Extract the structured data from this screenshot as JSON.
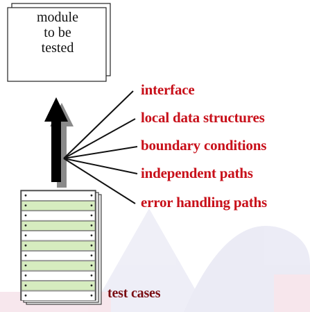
{
  "module_box": {
    "lines": [
      "module",
      "to be",
      "tested"
    ]
  },
  "aspects": [
    "interface",
    "local data structures",
    "boundary conditions",
    "independent paths",
    "error handling paths"
  ],
  "test_cases_label": "test cases",
  "colors": {
    "label_red": "#c8101a",
    "test_cases_label": "#7a0d12",
    "arrow": "#000000",
    "arrow_shadow": "#8a8a8a",
    "stack_row_green": "#d6ecbf",
    "watermark": "#d9d9ee"
  }
}
